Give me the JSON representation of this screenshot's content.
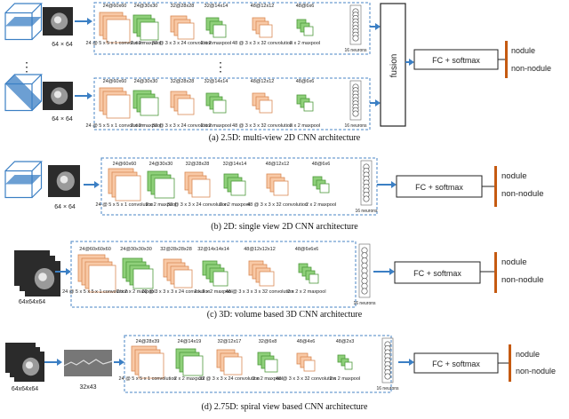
{
  "colors": {
    "orange": "#f8c9a6",
    "orange_edge": "#d98a55",
    "green": "#8fd07a",
    "green_edge": "#4e9a3c",
    "blue": "#3b7fc4",
    "dashed": "#4a86c5",
    "label_bar": "#c55a11"
  },
  "panels": [
    {
      "id": "a",
      "caption": "(a) 2.5D: multi-view 2D CNN architecture",
      "input_label": "64 × 64",
      "input_label_2": "64 × 64",
      "ellipsis": "⋮",
      "top_labels": [
        "24@60x60",
        "24@30x30",
        "32@28x28",
        "32@14x14",
        "48@12x12",
        "48@6x6"
      ],
      "bottom_labels": [
        "24 @ 5 x 5 x 1 convolution",
        "2 x 2 maxpool",
        "32 @ 3 x 3 x 24 convolution",
        "2 x 2 maxpool",
        "48 @ 3 x 3 x 32 convolution",
        "2 x 2 maxpool"
      ],
      "neurons_label": "16 neurons",
      "fusion": "fusion",
      "classifier": "FC + softmax",
      "out1": "nodule",
      "out2": "non-nodule"
    },
    {
      "id": "b",
      "caption": "(b) 2D: single view 2D CNN architecture",
      "input_label": "64 × 64",
      "top_labels": [
        "24@60x60",
        "24@30x30",
        "32@28x28",
        "32@14x14",
        "48@12x12",
        "48@6x6"
      ],
      "bottom_labels": [
        "24 @ 5 x 5 x 1 convolution",
        "2 x 2 maxpool",
        "32 @ 3 x 3 x 24 convolution",
        "2 x 2 maxpool",
        "48 @ 3 x 3 x 32 convolution",
        "2 x 2 maxpool"
      ],
      "neurons_label": "16 neurons",
      "classifier": "FC + softmax",
      "out1": "nodule",
      "out2": "non-nodule"
    },
    {
      "id": "c",
      "caption": "(c) 3D: volume based 3D CNN architecture",
      "input_label": "64x64x64",
      "top_labels": [
        "24@60x60x60",
        "24@30x30x30",
        "32@28x28x28",
        "32@14x14x14",
        "48@12x12x12",
        "48@6x6x6"
      ],
      "bottom_labels": [
        "24 @ 5 x 5 x 5 x 1 convolution",
        "2 x 2 x 2 maxpool",
        "32 @ 3 x 3 x 3 x 24 convolution",
        "2 x 2 x 2 maxpool",
        "48 @ 3 x 3 x 3 x 32 convolution",
        "2 x 2 x 2 maxpool"
      ],
      "neurons_label": "16 neurons",
      "classifier": "FC + softmax",
      "out1": "nodule",
      "out2": "non-nodule"
    },
    {
      "id": "d",
      "caption": "(d) 2.75D: spiral view based CNN architecture",
      "input_label": "64x64x64",
      "input_label_2": "32x43",
      "top_labels": [
        "24@28x39",
        "24@14x19",
        "32@12x17",
        "32@6x8",
        "48@4x6",
        "48@2x3"
      ],
      "bottom_labels": [
        "24 @ 5 x 5 x 1 convolution",
        "2 x 2 maxpool",
        "32 @ 3 x 3 x 24 convolution",
        "2 x 2 maxpool",
        "48 @ 3 x 3 x 32 convolution",
        "2 x 2 maxpool"
      ],
      "neurons_label": "16 neurons",
      "classifier": "FC + softmax",
      "out1": "nodule",
      "out2": "non-nodule"
    }
  ]
}
